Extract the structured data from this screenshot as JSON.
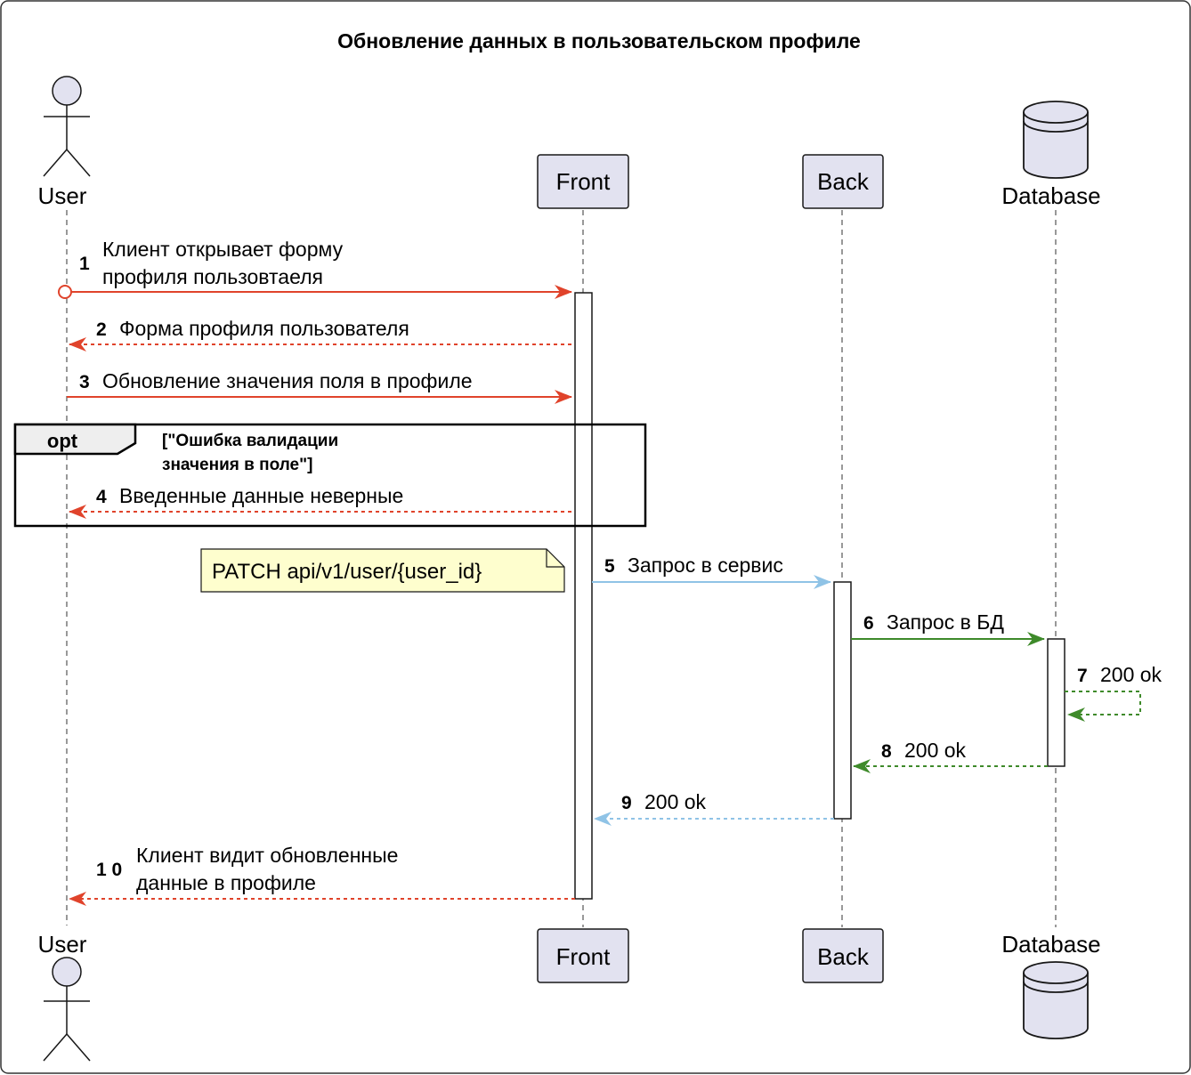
{
  "title": "Обновление данных в пользовательском профиле",
  "participants": {
    "user": "User",
    "front": "Front",
    "back": "Back",
    "database": "Database"
  },
  "messages": [
    {
      "num": "1",
      "lines": [
        "Клиент открывает форму",
        "профиля пользовтаеля"
      ],
      "color": "#e0432b"
    },
    {
      "num": "2",
      "lines": [
        "Форма профиля пользователя"
      ],
      "color": "#e0432b"
    },
    {
      "num": "3",
      "lines": [
        "Обновление значения поля в профиле"
      ],
      "color": "#e0432b"
    },
    {
      "num": "4",
      "lines": [
        "Введенные данные неверные"
      ],
      "color": "#e0432b"
    },
    {
      "num": "5",
      "lines": [
        "Запрос в сервис"
      ],
      "color": "#8fc3e6"
    },
    {
      "num": "6",
      "lines": [
        "Запрос в БД"
      ],
      "color": "#3e8a2a"
    },
    {
      "num": "7",
      "lines": [
        "200 ok"
      ],
      "color": "#3e8a2a"
    },
    {
      "num": "8",
      "lines": [
        "200 ok"
      ],
      "color": "#3e8a2a"
    },
    {
      "num": "9",
      "lines": [
        "200 ok"
      ],
      "color": "#8fc3e6"
    },
    {
      "num": "1 0",
      "lines": [
        "Клиент видит обновленные",
        "данные в профиле"
      ],
      "color": "#e0432b"
    }
  ],
  "opt_frame": {
    "label": "opt",
    "guard_lines": [
      "[\"Ошибка валидации",
      "значения в поле\"]"
    ]
  },
  "note": "PATCH api/v1/user/{user_id}",
  "colors": {
    "participant_fill": "#e2e2f0",
    "participant_stroke": "#181818",
    "note_fill": "#fefece",
    "red": "#e0432b",
    "blue": "#8fc3e6",
    "green": "#3e8a2a"
  }
}
